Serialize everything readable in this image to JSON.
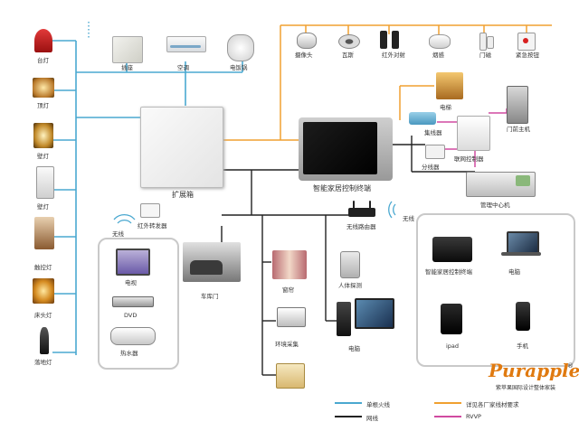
{
  "lamps": [
    {
      "id": "desk",
      "label": "台灯"
    },
    {
      "id": "ceiling",
      "label": "顶灯"
    },
    {
      "id": "wall1",
      "label": "壁灯"
    },
    {
      "id": "wall2",
      "label": "壁灯"
    },
    {
      "id": "table",
      "label": "触控灯"
    },
    {
      "id": "bedside",
      "label": "床头灯"
    },
    {
      "id": "floor",
      "label": "落地灯"
    }
  ],
  "top_devices": [
    {
      "id": "socket",
      "label": "插座"
    },
    {
      "id": "ac",
      "label": "空调"
    },
    {
      "id": "cooker",
      "label": "电饭锅"
    }
  ],
  "sensors": [
    {
      "id": "camera",
      "label": "摄像头"
    },
    {
      "id": "gas",
      "label": "瓦斯"
    },
    {
      "id": "ir",
      "label": "红外对射"
    },
    {
      "id": "smoke",
      "label": "烟感"
    },
    {
      "id": "door",
      "label": "门磁"
    },
    {
      "id": "sos",
      "label": "紧急按钮"
    }
  ],
  "hub": {
    "expansion_label": "扩展箱",
    "terminal_label": "智能家居控制终端",
    "ir_transmitter_label": "红外转发器",
    "wireless_label": "无线",
    "router_label": "无线路由器",
    "router_wireless_label": "无线"
  },
  "right_top": [
    {
      "id": "elevator",
      "label": "电梯"
    },
    {
      "id": "concentrator",
      "label": "集线器"
    },
    {
      "id": "door_host",
      "label": "门前主机"
    },
    {
      "id": "splitter",
      "label": "分线器"
    },
    {
      "id": "intercom_ctrl",
      "label": "联网控制器"
    },
    {
      "id": "mgmt",
      "label": "管理中心机"
    }
  ],
  "ir_devices": [
    {
      "id": "tv",
      "label": "电视"
    },
    {
      "id": "dvd",
      "label": "DVD"
    },
    {
      "id": "heater",
      "label": "热水器"
    }
  ],
  "middle": [
    {
      "id": "garage",
      "label": "车库门"
    },
    {
      "id": "curtain",
      "label": "窗帘"
    },
    {
      "id": "env",
      "label": "环境采集"
    },
    {
      "id": "motion",
      "label": "人体探测"
    },
    {
      "id": "pc",
      "label": "电脑"
    }
  ],
  "clients": [
    {
      "id": "panel",
      "label": "智能家居控制终端"
    },
    {
      "id": "laptop",
      "label": "电脑"
    },
    {
      "id": "ipad",
      "label": "ipad"
    },
    {
      "id": "phone",
      "label": "手机"
    }
  ],
  "legend": [
    {
      "label": "单根火线",
      "color": "#4aa8d0"
    },
    {
      "label": "详见各厂家线材要求",
      "color": "#f0a030"
    },
    {
      "label": "网线",
      "color": "#222222"
    },
    {
      "label": "RVVP",
      "color": "#d04aa0"
    }
  ],
  "colors": {
    "fire": "#4aa8d0",
    "vendor": "#f0a030",
    "net": "#222222",
    "rvvp": "#d04aa0"
  },
  "brand": {
    "name": "Purapple",
    "registered": "®",
    "tagline": "紫苹果国际设计整体家装"
  }
}
